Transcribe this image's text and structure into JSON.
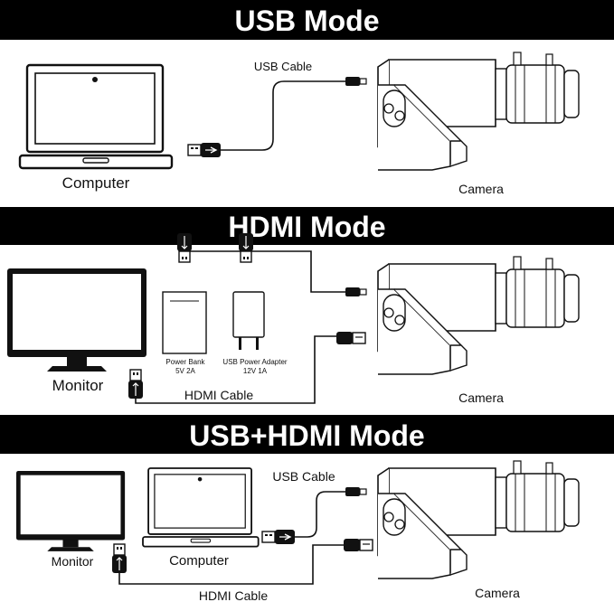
{
  "sections": [
    {
      "title": "USB Mode"
    },
    {
      "title": "HDMI Mode"
    },
    {
      "title": "USB+HDMI Mode"
    }
  ],
  "labels": {
    "usb_cable": "USB Cable",
    "hdmi_cable": "HDMI Cable",
    "computer": "Computer",
    "camera": "Camera",
    "monitor": "Monitor",
    "power_bank": "Power Bank",
    "power_bank_spec": "5V 2A",
    "usb_adapter": "USB Power Adapter",
    "usb_adapter_spec": "12V 1A"
  },
  "colors": {
    "banner": "#000000",
    "line": "#111111",
    "background": "#ffffff"
  }
}
